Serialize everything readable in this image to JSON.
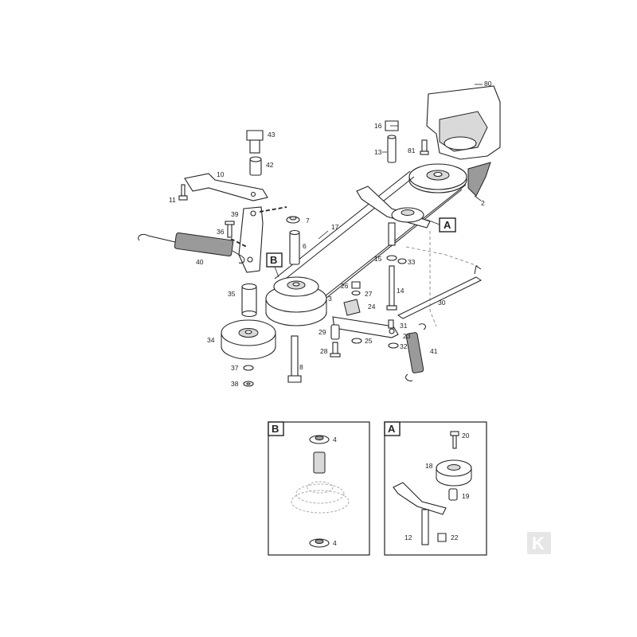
{
  "diagram": {
    "callouts": {
      "a": "A",
      "b": "B"
    },
    "labels": {
      "p2": "2",
      "p3": "3",
      "p4a": "4",
      "p4b": "4",
      "p6": "6",
      "p7": "7",
      "p8": "8",
      "p10": "10",
      "p11": "11",
      "p12": "12",
      "p13": "13",
      "p14": "14",
      "p15": "15",
      "p16": "16",
      "p17": "17",
      "p18": "18",
      "p19": "19",
      "p20": "20",
      "p22": "22",
      "p23": "23",
      "p24": "24",
      "p25": "25",
      "p26": "26",
      "p27": "27",
      "p28": "28",
      "p29": "29",
      "p30": "30",
      "p31": "31",
      "p32": "32",
      "p33": "33",
      "p34": "34",
      "p35": "35",
      "p36": "36",
      "p37": "37",
      "p38": "38",
      "p39": "39",
      "p40": "40",
      "p41": "41",
      "p42": "42",
      "p43": "43",
      "p80": "80",
      "p81": "81"
    },
    "logo": "K"
  }
}
